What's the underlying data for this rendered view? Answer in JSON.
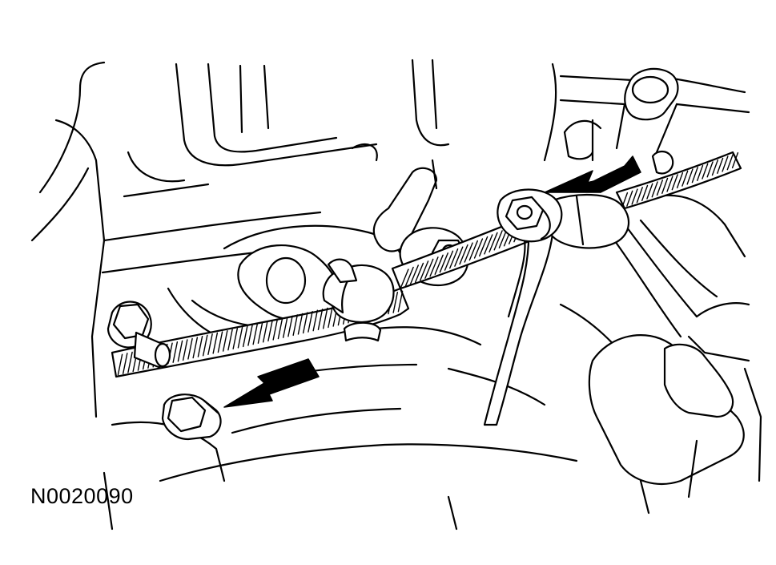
{
  "figure": {
    "id_label": "N0020090"
  },
  "colors": {
    "line": "#000000",
    "background": "#ffffff"
  },
  "callouts": [
    {
      "name": "upper-arrow",
      "points_to": "upper-ground-nut"
    },
    {
      "name": "lower-arrow",
      "points_to": "lower-ground-nut"
    }
  ]
}
